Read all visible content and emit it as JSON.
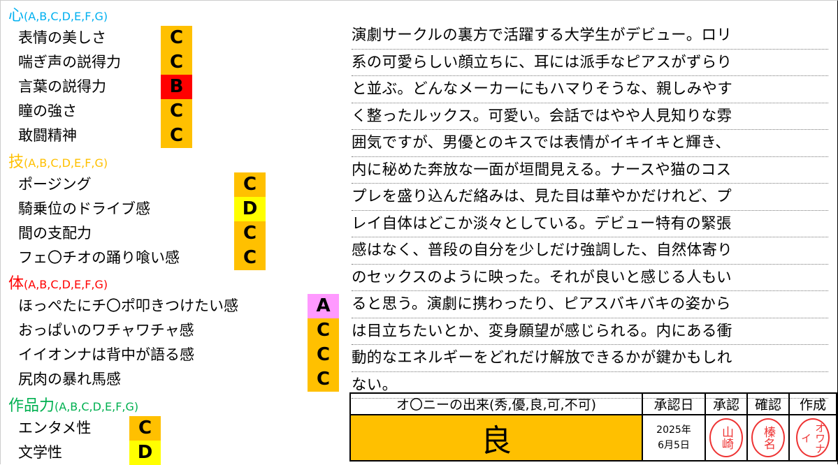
{
  "colors": {
    "kokoro": "#00B0F0",
    "waza": "#FFC000",
    "karada": "#FF0000",
    "sakuhin": "#00B050",
    "C": "#FFC000",
    "B": "#FF0000",
    "D": "#FFFF00",
    "A": "#FF99FF"
  },
  "sections": [
    {
      "title": "心",
      "scale": "(A,B,C,D,E,F,G)",
      "items": [
        {
          "label": "表情の美しさ",
          "grade": "C"
        },
        {
          "label": "喘ぎ声の説得力",
          "grade": "C"
        },
        {
          "label": "言葉の説得力",
          "grade": "B"
        },
        {
          "label": "瞳の強さ",
          "grade": "C"
        },
        {
          "label": "敢闘精神",
          "grade": "C"
        }
      ]
    },
    {
      "title": "技",
      "scale": "(A,B,C,D,E,F,G)",
      "items": [
        {
          "label": "ポージング",
          "grade": "C"
        },
        {
          "label": "騎乗位のドライブ感",
          "grade": "D"
        },
        {
          "label": "間の支配力",
          "grade": "C"
        },
        {
          "label": "フェ〇チオの踊り喰い感",
          "grade": "C"
        }
      ]
    },
    {
      "title": "体",
      "scale": "(A,B,C,D,E,F,G)",
      "items": [
        {
          "label": "ほっぺたにチ〇ポ叩きつけたい感",
          "grade": "A"
        },
        {
          "label": "おっぱいのワチャワチャ感",
          "grade": "C"
        },
        {
          "label": "イイオンナは背中が語る感",
          "grade": "C"
        },
        {
          "label": "尻肉の暴れ馬感",
          "grade": "C"
        }
      ]
    },
    {
      "title": "作品力",
      "scale": "(A,B,C,D,E,F,G)",
      "items": [
        {
          "label": "エンタメ性",
          "grade": "C"
        },
        {
          "label": "文学性",
          "grade": "D"
        }
      ]
    }
  ],
  "review_lines": [
    "演劇サークルの裏方で活躍する大学生がデビュー。ロリ",
    "系の可愛らしい顔立ちに、耳には派手なピアスがずらり",
    "と並ぶ。どんなメーカーにもハマりそうな、親しみやす",
    "く整ったルックス。可愛い。会話ではやや人見知りな雰",
    "囲気ですが、男優とのキスでは表情がイキイキと輝き、",
    "内に秘めた奔放な一面が垣間見える。ナースや猫のコス",
    "プレを盛り込んだ絡みは、見た目は華やかだけれど、プ",
    "レイ自体はどこか淡々としている。デビュー特有の緊張",
    "感はなく、普段の自分を少しだけ強調した、自然体寄り",
    "のセックスのように映った。それが良いと感じる人もい",
    "ると思う。演劇に携わったり、ピアスバキバキの姿から",
    "は目立ちたいとか、変身願望が感じられる。内にある衝",
    "動的なエネルギーをどれだけ解放できるかが鍵かもしれ",
    "ない。"
  ],
  "result_table": {
    "header": "オ〇ニーの出来(秀,優,良,可,不可)",
    "date_header": "承認日",
    "approve_header": "承認",
    "check_header": "確認",
    "create_header": "作成",
    "result": "良",
    "date_year": "2025年",
    "date_md": "6月5日",
    "stamp_approve": "山崎",
    "stamp_check": "榛名",
    "stamp_create": "オワナイ"
  }
}
